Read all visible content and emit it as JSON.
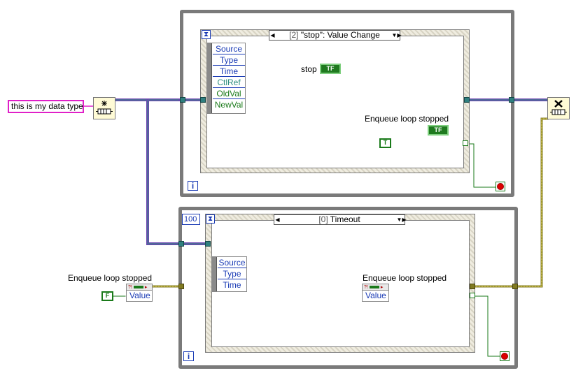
{
  "string_constant": "this is my data type",
  "top_loop": {
    "event_selector": {
      "index": "[2]",
      "label": "\"stop\": Value Change"
    },
    "event_data": [
      "Source",
      "Type",
      "Time",
      "CtlRef",
      "OldVal",
      "NewVal"
    ],
    "stop_label": "stop",
    "stop_terminal": "TF",
    "enqueue_label": "Enqueue loop stopped",
    "enqueue_terminal": "TF",
    "true_constant": "T",
    "iteration": "i"
  },
  "bottom_loop": {
    "timeout_value": "100",
    "event_selector": {
      "index": "[0]",
      "label": "Timeout"
    },
    "event_data": [
      "Source",
      "Type",
      "Time"
    ],
    "outer_label": "Enqueue loop stopped",
    "outer_value": "Value",
    "false_constant": "F",
    "inner_label": "Enqueue loop stopped",
    "inner_value": "Value",
    "iteration": "i"
  },
  "colors": {
    "wire_queue": "#6c44b0",
    "wire_bool": "#1a7a1a",
    "wire_olive": "#807a20",
    "wire_string": "#e020c8",
    "loop_border": "#7a7a7a"
  }
}
